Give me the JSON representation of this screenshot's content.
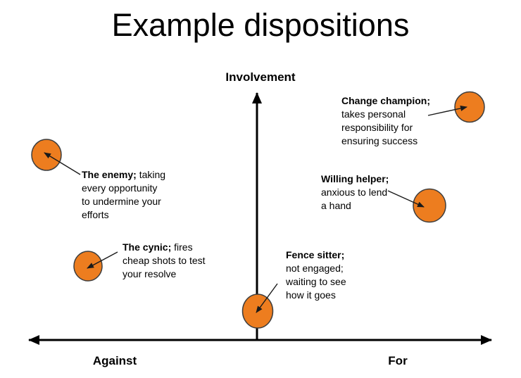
{
  "title": "Example dispositions",
  "axes": {
    "vertical_label": "Involvement",
    "horizontal_left_label": "Against",
    "horizontal_right_label": "For"
  },
  "notes": {
    "change_champion": {
      "lead": "Change champion;",
      "lines": [
        "",
        "takes personal",
        "responsibility for",
        "ensuring success"
      ]
    },
    "enemy": {
      "lead": "The enemy;",
      "lines": [
        " taking",
        "every opportunity",
        "to undermine your",
        "efforts"
      ]
    },
    "willing_helper": {
      "lead": "Willing helper;",
      "lines": [
        "",
        "anxious to lend",
        "a hand"
      ]
    },
    "cynic": {
      "lead": "The cynic;",
      "lines": [
        " fires",
        "cheap shots to test",
        "your resolve"
      ]
    },
    "fence_sitter": {
      "lead": "Fence sitter;",
      "lines": [
        "",
        "not engaged;",
        "waiting to see",
        "how it goes"
      ]
    }
  },
  "colors": {
    "marker_fill": "#ED7D1F",
    "marker_stroke": "#3E3E3E",
    "axis": "#000000"
  }
}
